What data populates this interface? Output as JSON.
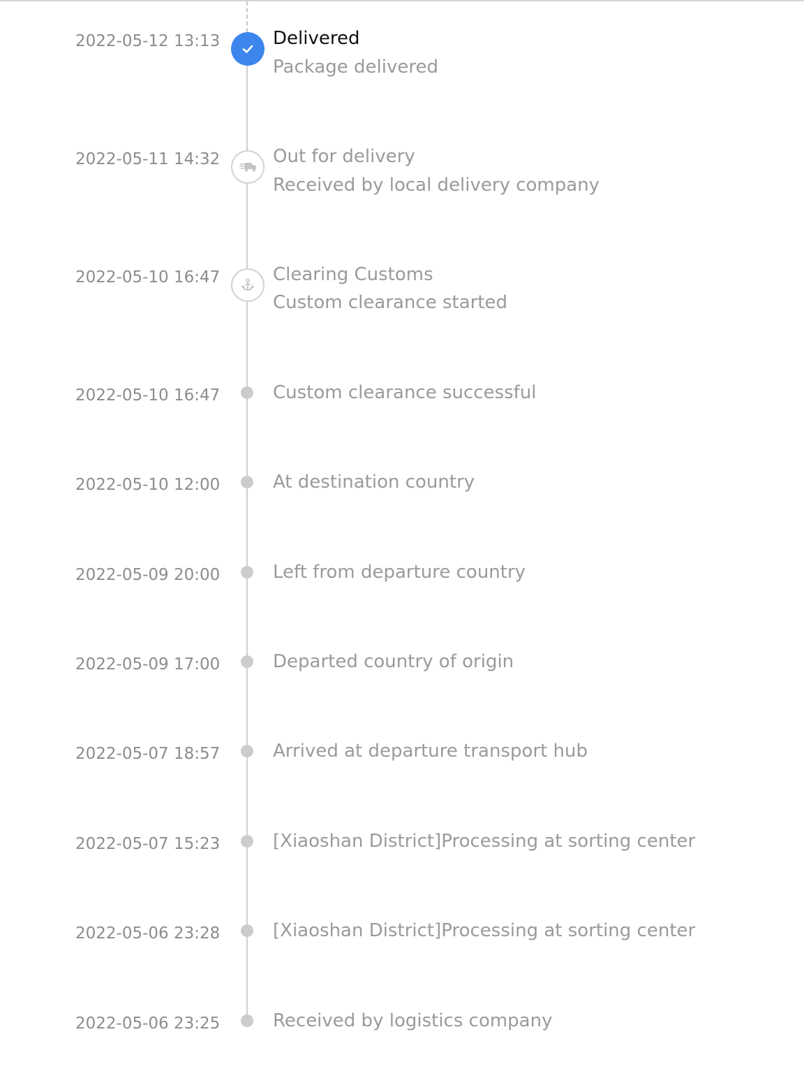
{
  "colors": {
    "accent": "#3d86ee",
    "line": "#d0d0d0",
    "muted_text": "#9a9a9a",
    "time_text": "#8c8c8c",
    "active_text": "#111111"
  },
  "events": [
    {
      "time": "2022-05-12 13:13",
      "title": "Delivered",
      "desc": "Package delivered",
      "icon": "check-icon",
      "status": "current"
    },
    {
      "time": "2022-05-11 14:32",
      "title": "Out for delivery",
      "desc": "Received by local delivery company",
      "icon": "truck-icon",
      "status": "milestone"
    },
    {
      "time": "2022-05-10 16:47",
      "title": "Clearing Customs",
      "desc": "Custom clearance started",
      "icon": "anchor-icon",
      "status": "milestone"
    },
    {
      "time": "2022-05-10 16:47",
      "title": "Custom clearance successful",
      "status": "past"
    },
    {
      "time": "2022-05-10 12:00",
      "title": "At destination country",
      "status": "past"
    },
    {
      "time": "2022-05-09 20:00",
      "title": "Left from departure country",
      "status": "past"
    },
    {
      "time": "2022-05-09 17:00",
      "title": "Departed country of origin",
      "status": "past"
    },
    {
      "time": "2022-05-07 18:57",
      "title": "Arrived at departure transport hub",
      "status": "past"
    },
    {
      "time": "2022-05-07 15:23",
      "title": "[Xiaoshan District]Processing at sorting center",
      "status": "past"
    },
    {
      "time": "2022-05-06 23:28",
      "title": "[Xiaoshan District]Processing at sorting center",
      "status": "past"
    },
    {
      "time": "2022-05-06 23:25",
      "title": "Received by logistics company",
      "status": "past"
    }
  ]
}
